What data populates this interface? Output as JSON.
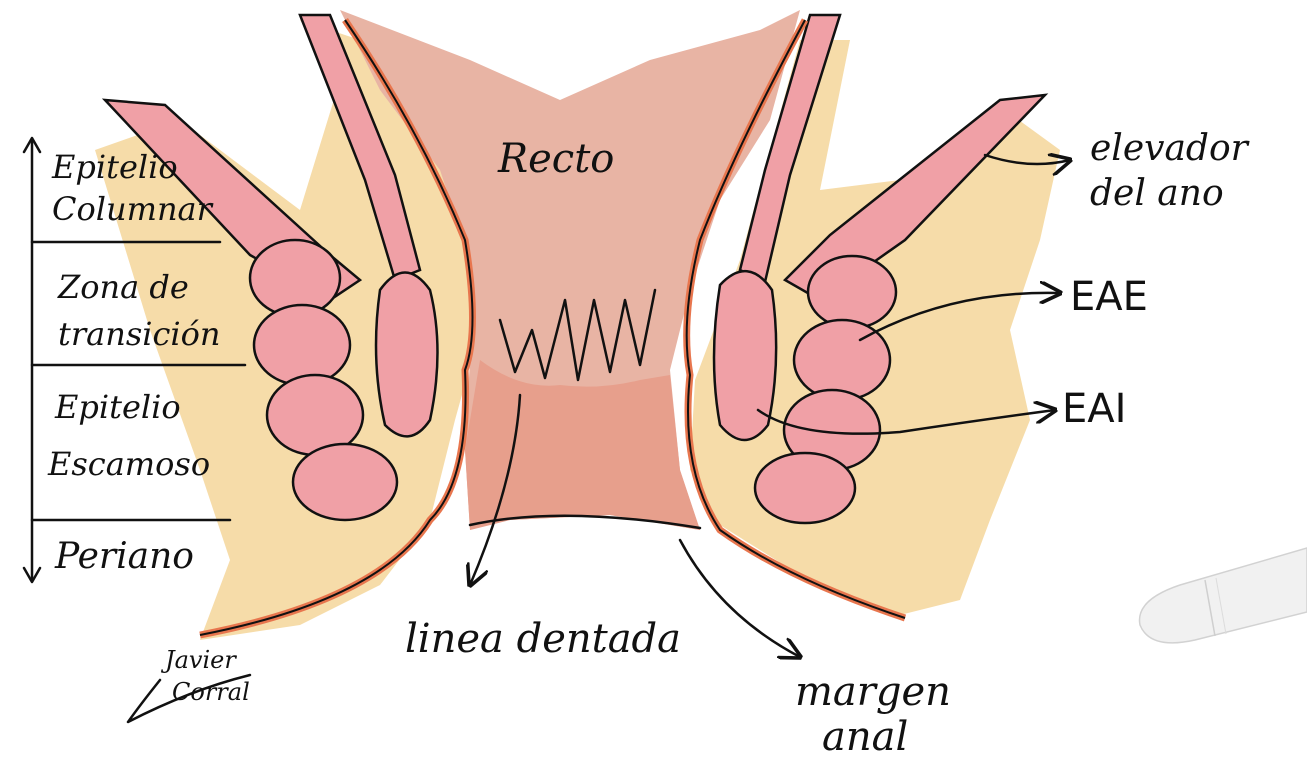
{
  "labels": {
    "recto": "Recto",
    "elevador_line1": "elevador",
    "elevador_line2": "del ano",
    "eae": "EAE",
    "eai": "EAI",
    "linea_dentada": "linea dentada",
    "margen_line1": "margen",
    "margen_line2": "anal"
  },
  "zones": [
    {
      "line1": "Epitelio",
      "line2": "Columnar"
    },
    {
      "line1": "Zona de",
      "line2": "transición"
    },
    {
      "line1": "Epitelio",
      "line2": "Escamoso"
    },
    {
      "line1": "Periano",
      "line2": ""
    }
  ],
  "signature": {
    "line1": "Javier",
    "line2": "Corral"
  },
  "colors": {
    "fat": "#f6dca9",
    "muscle": "#f0a0a6",
    "mucosa": "#e8b4a4",
    "anoderm": "#e79f8c",
    "lining": "#e8764e",
    "ink": "#111111"
  }
}
